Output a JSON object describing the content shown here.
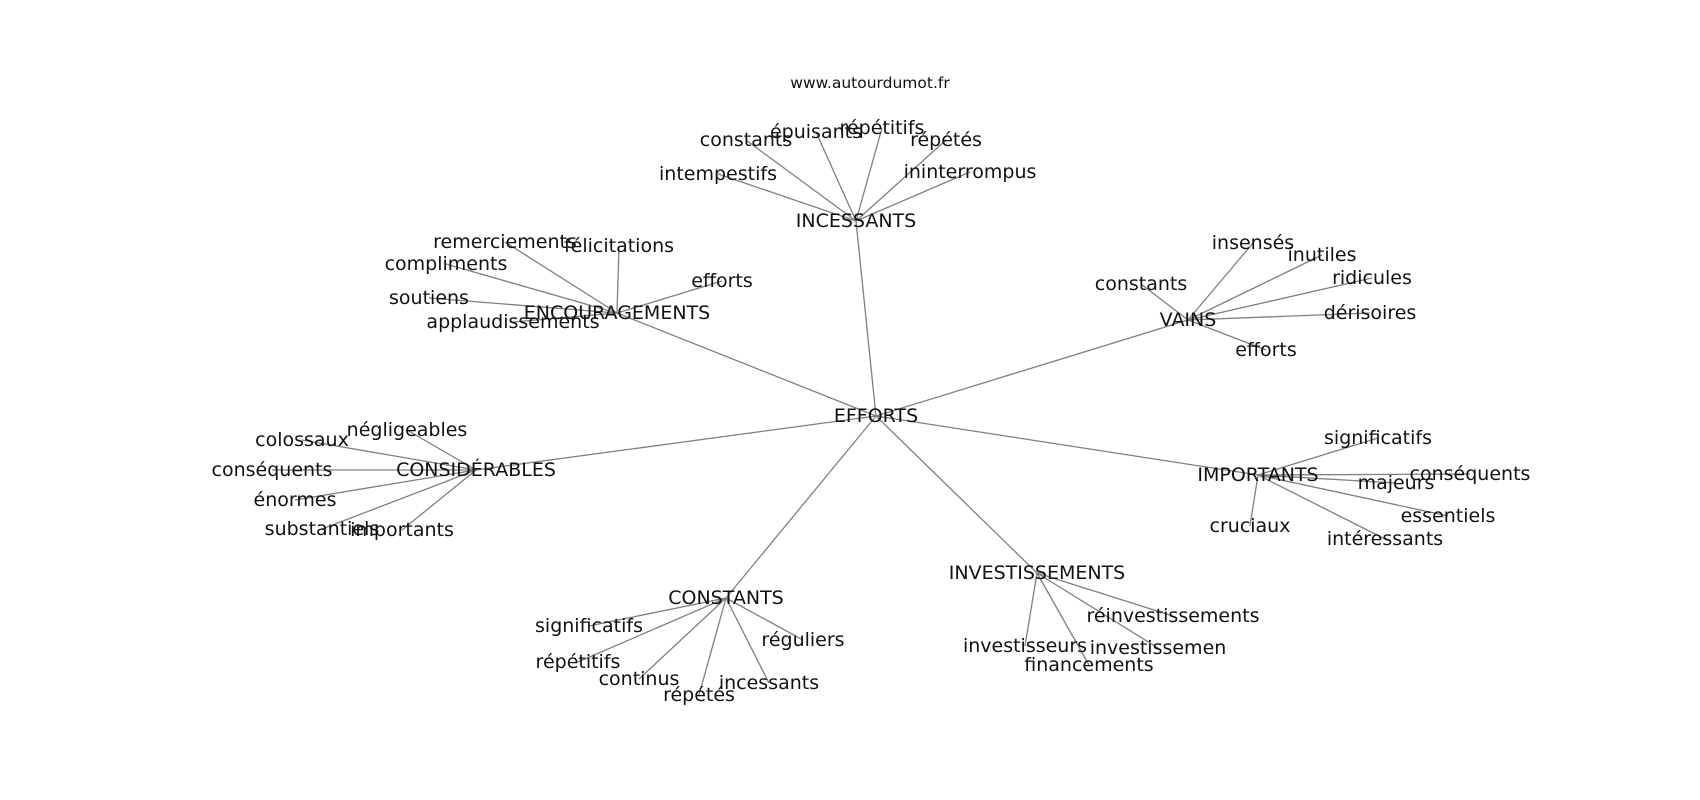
{
  "source_label": "www.autourdumot.fr",
  "center": "EFFORTS",
  "groups": [
    {
      "hub": "INCESSANTS",
      "leaves": [
        "constants",
        "épuisants",
        "répétitifs",
        "répétés",
        "intempestifs",
        "ininterrompus"
      ]
    },
    {
      "hub": "ENCOURAGEMENTS",
      "leaves": [
        "remerciements",
        "félicitations",
        "compliments",
        "efforts",
        "soutiens",
        "applaudissements"
      ]
    },
    {
      "hub": "VAINS",
      "leaves": [
        "insensés",
        "inutiles",
        "constants",
        "ridicules",
        "dérisoires",
        "efforts"
      ]
    },
    {
      "hub": "CONSIDÉRABLES",
      "leaves": [
        "négligeables",
        "colossaux",
        "conséquents",
        "énormes",
        "substantiels",
        "importants"
      ]
    },
    {
      "hub": "IMPORTANTS",
      "leaves": [
        "significatifs",
        "conséquents",
        "majeurs",
        "essentiels",
        "cruciaux",
        "intéressants"
      ]
    },
    {
      "hub": "CONSTANTS",
      "leaves": [
        "significatifs",
        "réguliers",
        "répétitifs",
        "continus",
        "répétés",
        "incessants"
      ]
    },
    {
      "hub": "INVESTISSEMENTS",
      "leaves": [
        "réinvestissements",
        "investisseurs",
        "investissemen",
        "financements"
      ]
    }
  ]
}
